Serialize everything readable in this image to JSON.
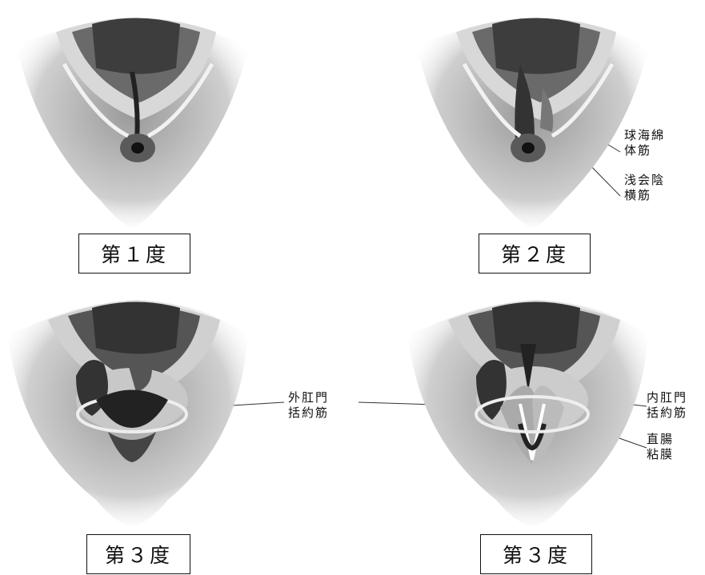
{
  "panels": [
    {
      "grade_label": "第１度",
      "annotations": []
    },
    {
      "grade_label": "第２度",
      "annotations": [
        {
          "lines": [
            "球海綿",
            "体筋"
          ]
        },
        {
          "lines": [
            "浅会陰",
            "横筋"
          ]
        }
      ]
    },
    {
      "grade_label": "第３度",
      "annotations": [
        {
          "lines": [
            "外肛門",
            "括約筋"
          ]
        }
      ]
    },
    {
      "grade_label": "第３度",
      "annotations": [
        {
          "lines": [
            "内肛門",
            "括約筋"
          ]
        },
        {
          "lines": [
            "直腸",
            "粘膜"
          ]
        }
      ]
    }
  ]
}
